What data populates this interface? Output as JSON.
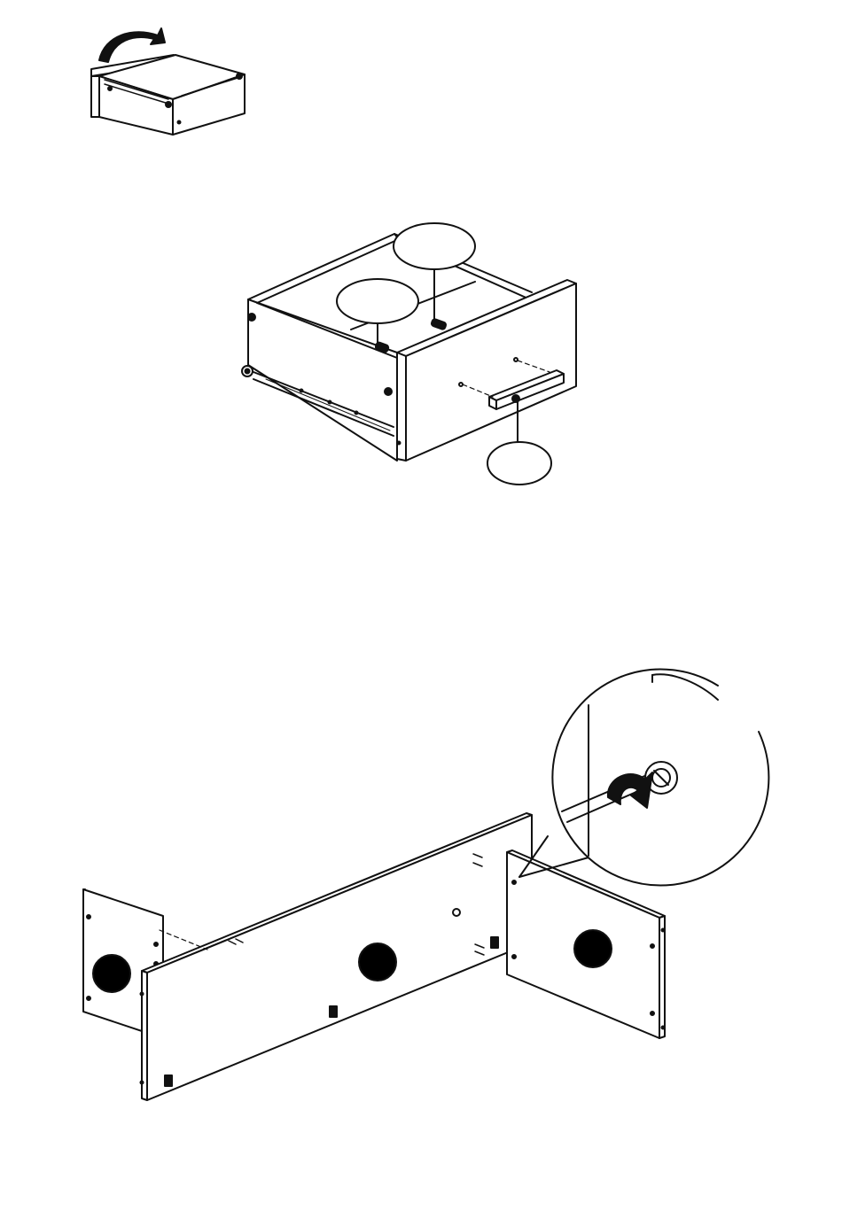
{
  "page": {
    "background": "#ffffff",
    "line_color": "#111111",
    "fill_color": "#000000"
  },
  "steps": [
    {
      "id": "flip-drawer",
      "icons": [
        "rotate-arrow-icon"
      ]
    },
    {
      "id": "attach-handle",
      "callouts": [
        "",
        "",
        ""
      ]
    },
    {
      "id": "assemble-panels",
      "icons": [
        "black-dot-icon",
        "black-dot-icon",
        "black-dot-icon"
      ],
      "detail": "cam-lock-tighten"
    }
  ]
}
